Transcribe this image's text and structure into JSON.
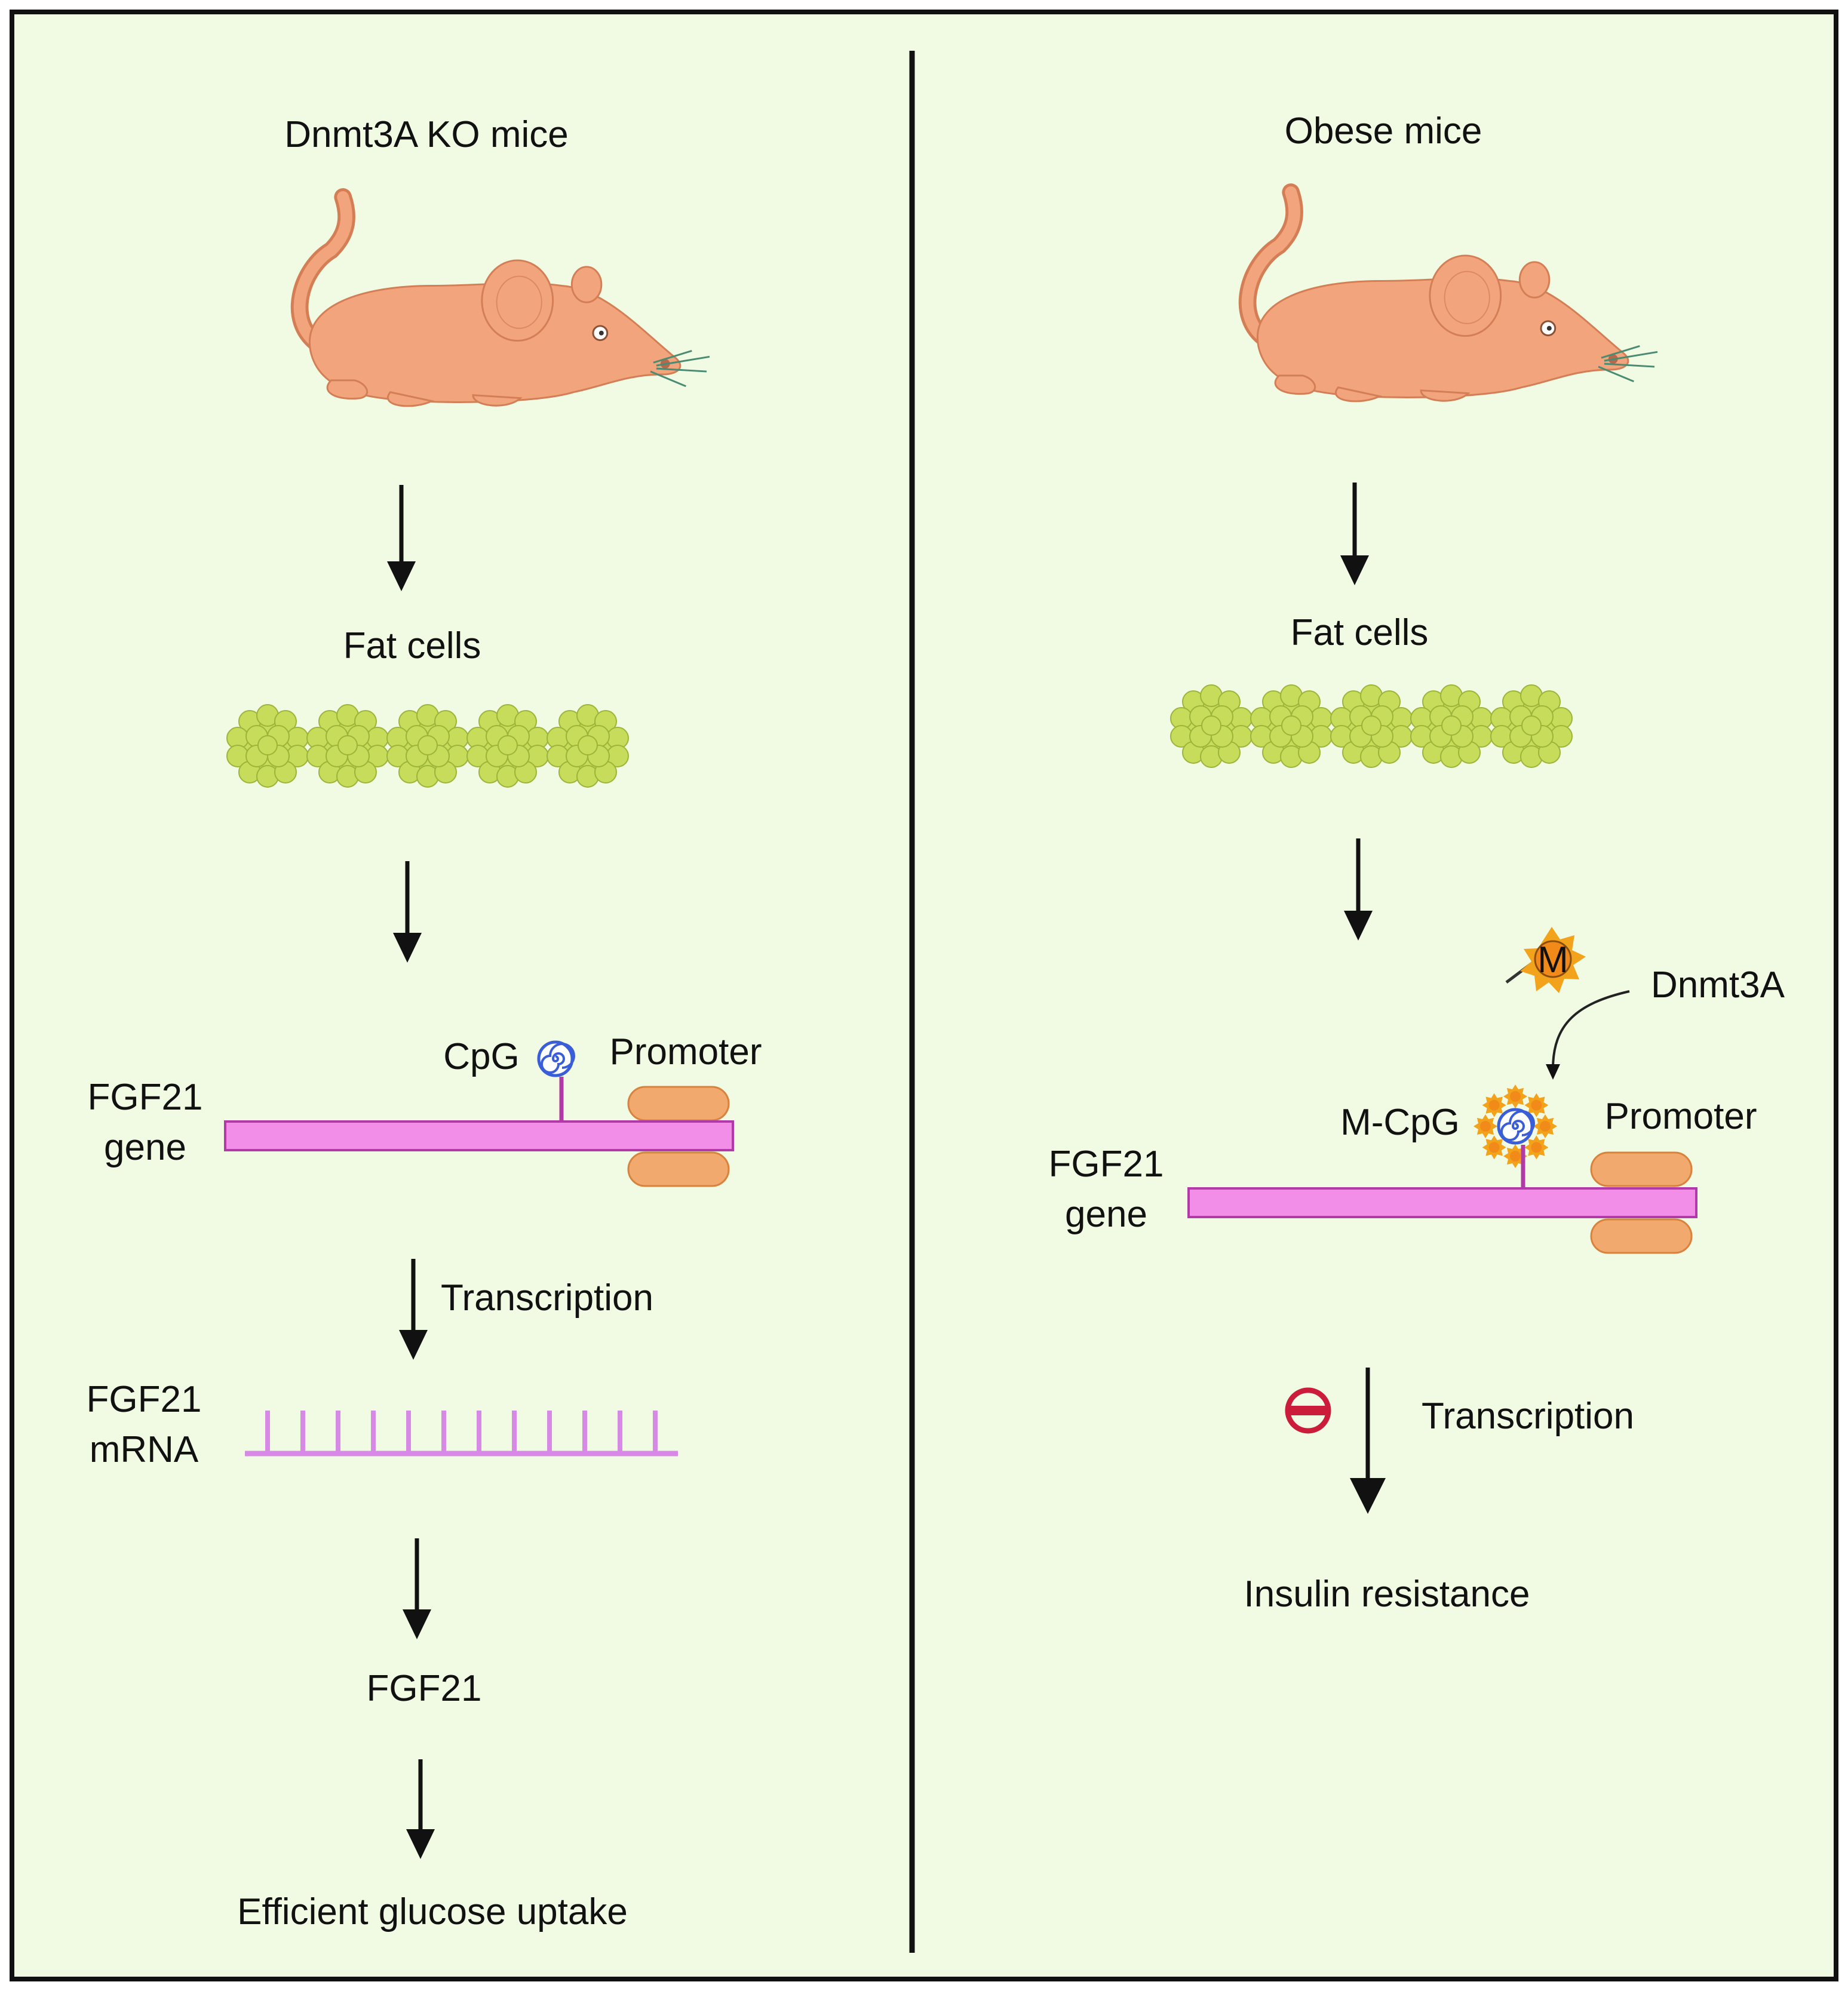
{
  "colors": {
    "background": "#f1fae2",
    "border": "#111111",
    "mouse_body": "#f2a47c",
    "mouse_outline": "#d47e56",
    "fat_cell": "#c7dc5a",
    "fat_cell_outline": "#9db43a",
    "gene_bar": "#f38ee8",
    "gene_outline": "#b13aa8",
    "promoter": "#f2a96d",
    "promoter_outline": "#d9823e",
    "mrna": "#d68ae6",
    "cpg_spiral": "#3a5ed8",
    "methyl_star": "#f3a21b",
    "methyl_badge": "#f28a1a",
    "inhibit_sign": "#cc1c3b"
  },
  "left_panel": {
    "title": "Dnmt3A KO mice",
    "fat_cells_label": "Fat cells",
    "cpg_label": "CpG",
    "promoter_label": "Promoter",
    "gene_label_line1": "FGF21",
    "gene_label_line2": "gene",
    "transcription_label": "Transcription",
    "mrna_label_line1": "FGF21",
    "mrna_label_line2": "mRNA",
    "protein_label": "FGF21",
    "outcome_label": "Efficient glucose uptake"
  },
  "right_panel": {
    "title": "Obese mice",
    "fat_cells_label": "Fat cells",
    "methyl_badge_label": "M",
    "enzyme_label": "Dnmt3A",
    "mcpg_label": "M-CpG",
    "promoter_label": "Promoter",
    "gene_label_line1": "FGF21",
    "gene_label_line2": "gene",
    "transcription_label": "Transcription",
    "outcome_label": "Insulin resistance"
  },
  "icons": {
    "mouse": "mouse-icon",
    "fat_cell": "fat-cell-icon",
    "cpg": "spiral-icon",
    "inhibit": "minus-circle-icon"
  }
}
